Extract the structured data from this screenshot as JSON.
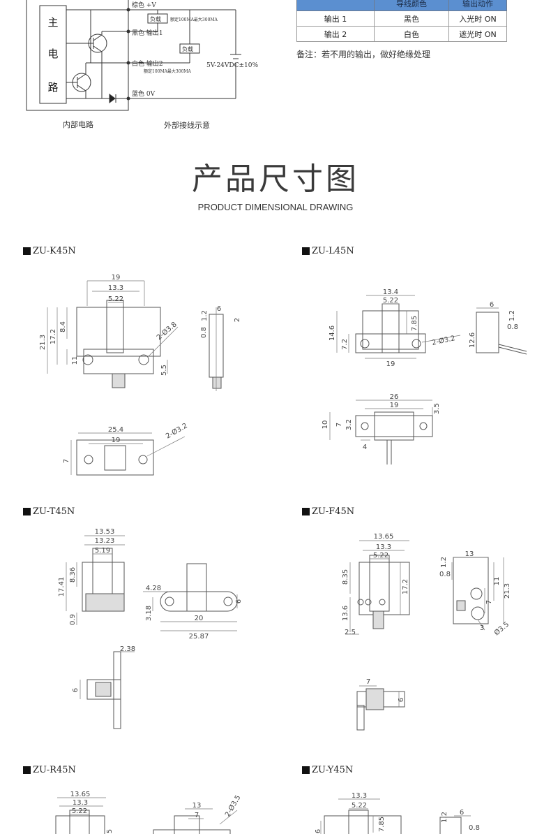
{
  "circuit": {
    "main_circuit_chars": [
      "主",
      "电",
      "路"
    ],
    "wire_brown": "棕色 +V",
    "wire_black": "黑色  输出1",
    "wire_white": "白色  输出2",
    "wire_blue": "蓝色 0V",
    "load_label": "负载",
    "rating_label": "额定100MA最大300MA",
    "supply_label": "5V-24VDC±10%",
    "caption_internal": "内部电路",
    "caption_external": "外部接线示意"
  },
  "output_table": {
    "headers": [
      "",
      "导线颜色",
      "输出动作"
    ],
    "rows": [
      [
        "输出 1",
        "黑色",
        "入光时 ON"
      ],
      [
        "输出 2",
        "白色",
        "遮光时 ON"
      ]
    ],
    "header_color": "#5b8fd0"
  },
  "note": "备注：若不用的输出，做好绝缘处理",
  "section": {
    "title": "产品尺寸图",
    "subtitle": "PRODUCT DIMENSIONAL DRAWING"
  },
  "models": {
    "k45n": {
      "label": "ZU-K45N",
      "dims": [
        "19",
        "13.3",
        "5.22",
        "21.3",
        "17.2",
        "8.4",
        "11",
        "2-Ø3.8",
        "5.5",
        "1.2",
        "6",
        "0.8",
        "2",
        "25.4",
        "19",
        "2-Ø3.2",
        "7"
      ]
    },
    "l45n": {
      "label": "ZU-L45N",
      "dims": [
        "13.4",
        "5.22",
        "7.85",
        "14.6",
        "7.2",
        "2-Ø3.2",
        "19",
        "6",
        "1.2",
        "0.8",
        "12.6",
        "26",
        "19",
        "3.5",
        "10",
        "7",
        "3.2",
        "4"
      ]
    },
    "t45n": {
      "label": "ZU-T45N",
      "dims": [
        "13.53",
        "13.23",
        "5.19",
        "17.41",
        "8.36",
        "0.9",
        "4.28",
        "3.18",
        "20",
        "25.87",
        "6",
        "2.38",
        "6"
      ]
    },
    "f45n": {
      "label": "ZU-F45N",
      "dims": [
        "13.65",
        "13.3",
        "5.22",
        "8.35",
        "17.2",
        "13.6",
        "2.5",
        "1.2",
        "13",
        "0.8",
        "11",
        "21.3",
        "7",
        "3",
        "Ø3.5",
        "7",
        "6"
      ]
    },
    "r45n": {
      "label": "ZU-R45N",
      "dims": [
        "13.65",
        "13.3",
        "5.22",
        "5",
        "13",
        "7",
        "2-Ø3.5"
      ]
    },
    "y45n": {
      "label": "ZU-Y45N",
      "dims": [
        "13.3",
        "5.22",
        "7.85",
        "6",
        "6",
        "1.2",
        "0.8"
      ]
    }
  }
}
